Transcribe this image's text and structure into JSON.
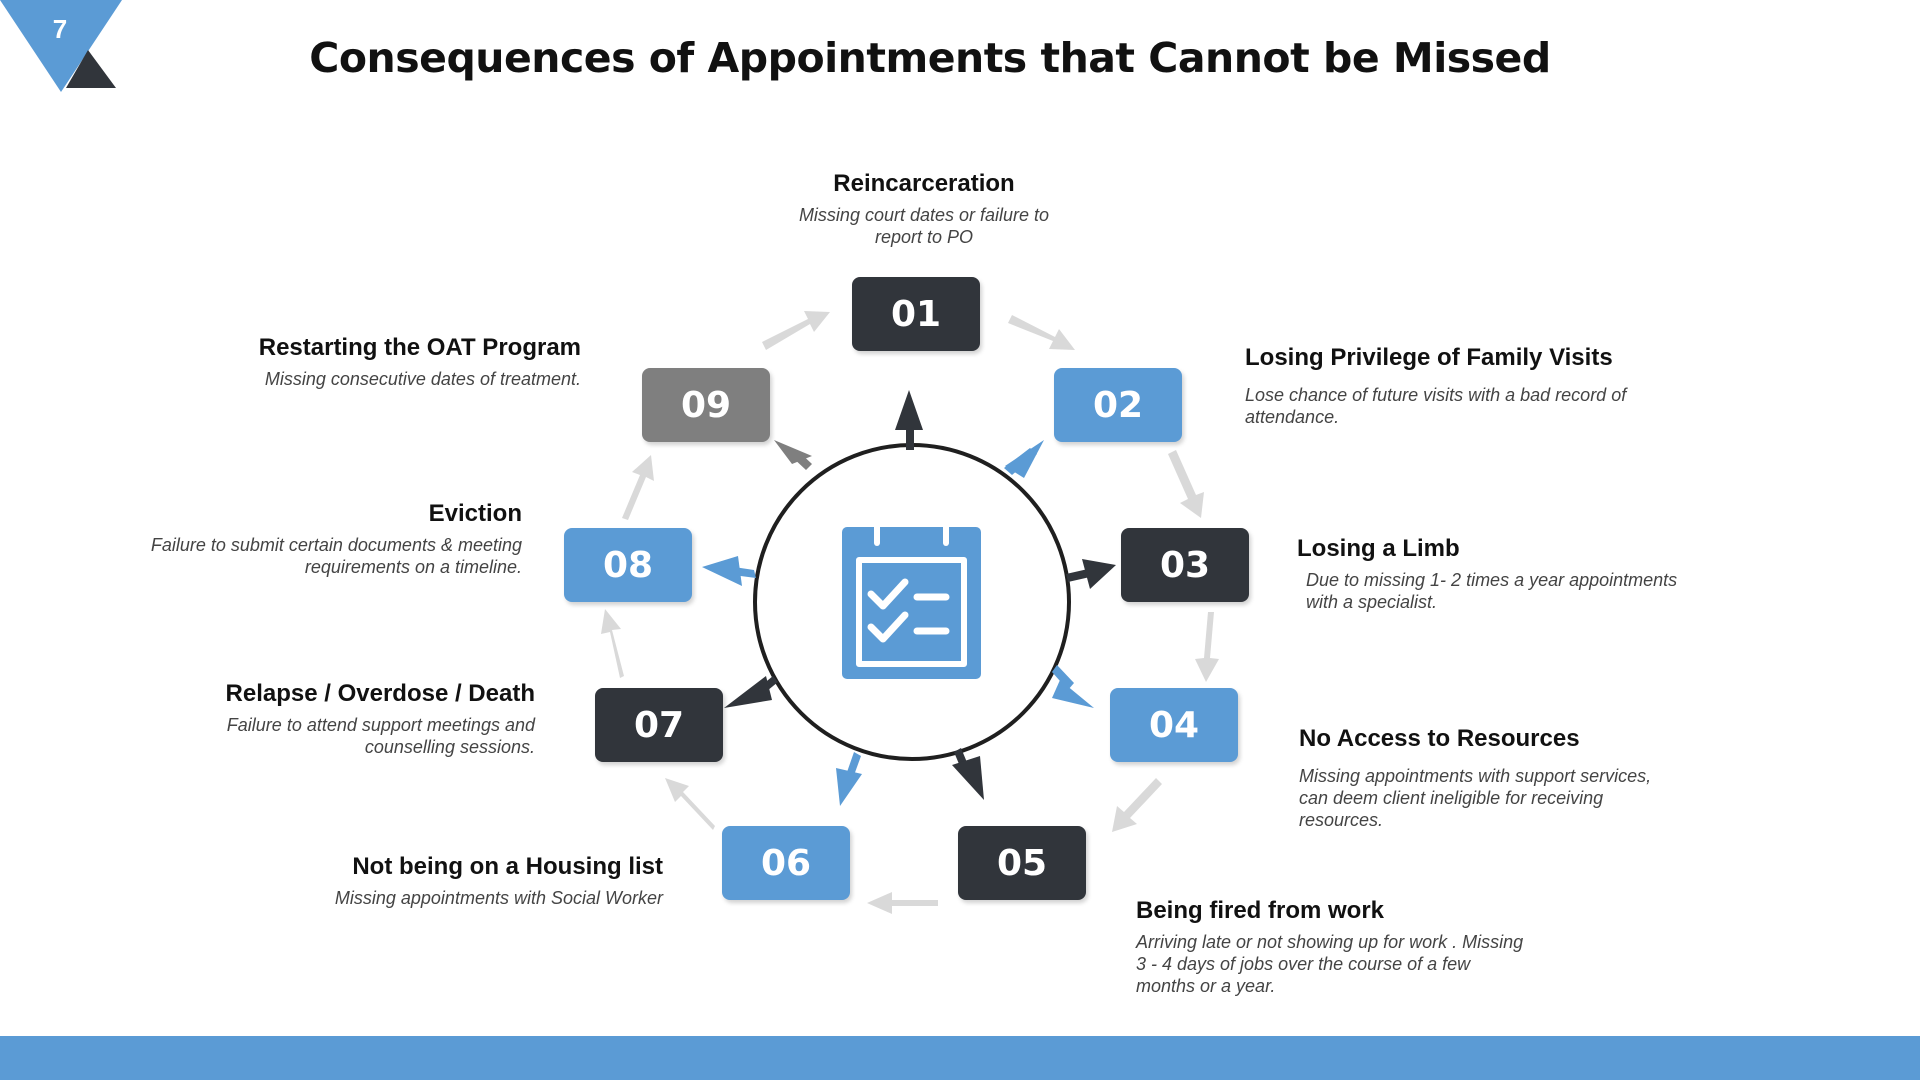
{
  "slide_number": "7",
  "title": "Consequences of Appointments that Cannot be Missed",
  "colors": {
    "dark": "#31353b",
    "blue": "#5b9bd5",
    "grey": "#7f7f7f",
    "connector": "#d9d9d9"
  },
  "center_icon": "calendar-checklist-icon",
  "steps": [
    {
      "number": "01",
      "heading": "Reincarceration",
      "description": "Missing court dates or failure to report to PO"
    },
    {
      "number": "02",
      "heading": "Losing Privilege of Family Visits",
      "description": "Lose chance of future visits with a bad record of attendance."
    },
    {
      "number": "03",
      "heading": "Losing a Limb",
      "description": "Due to missing  1- 2 times a year appointments with a specialist."
    },
    {
      "number": "04",
      "heading": "No Access to Resources",
      "description": "Missing appointments with support services, can deem client ineligible for receiving resources."
    },
    {
      "number": "05",
      "heading": "Being fired from work",
      "description": "Arriving late or not showing up for work . Missing 3 - 4 days of jobs over the course of a few months or a year."
    },
    {
      "number": "06",
      "heading": "Not being on a Housing list",
      "description": "Missing appointments with Social Worker"
    },
    {
      "number": "07",
      "heading": "Relapse / Overdose / Death",
      "description": "Failure to attend support meetings and counselling sessions."
    },
    {
      "number": "08",
      "heading": "Eviction",
      "description": "Failure to submit certain documents & meeting requirements on a timeline."
    },
    {
      "number": "09",
      "heading": "Restarting the OAT Program",
      "description": "Missing  consecutive dates of treatment."
    }
  ]
}
